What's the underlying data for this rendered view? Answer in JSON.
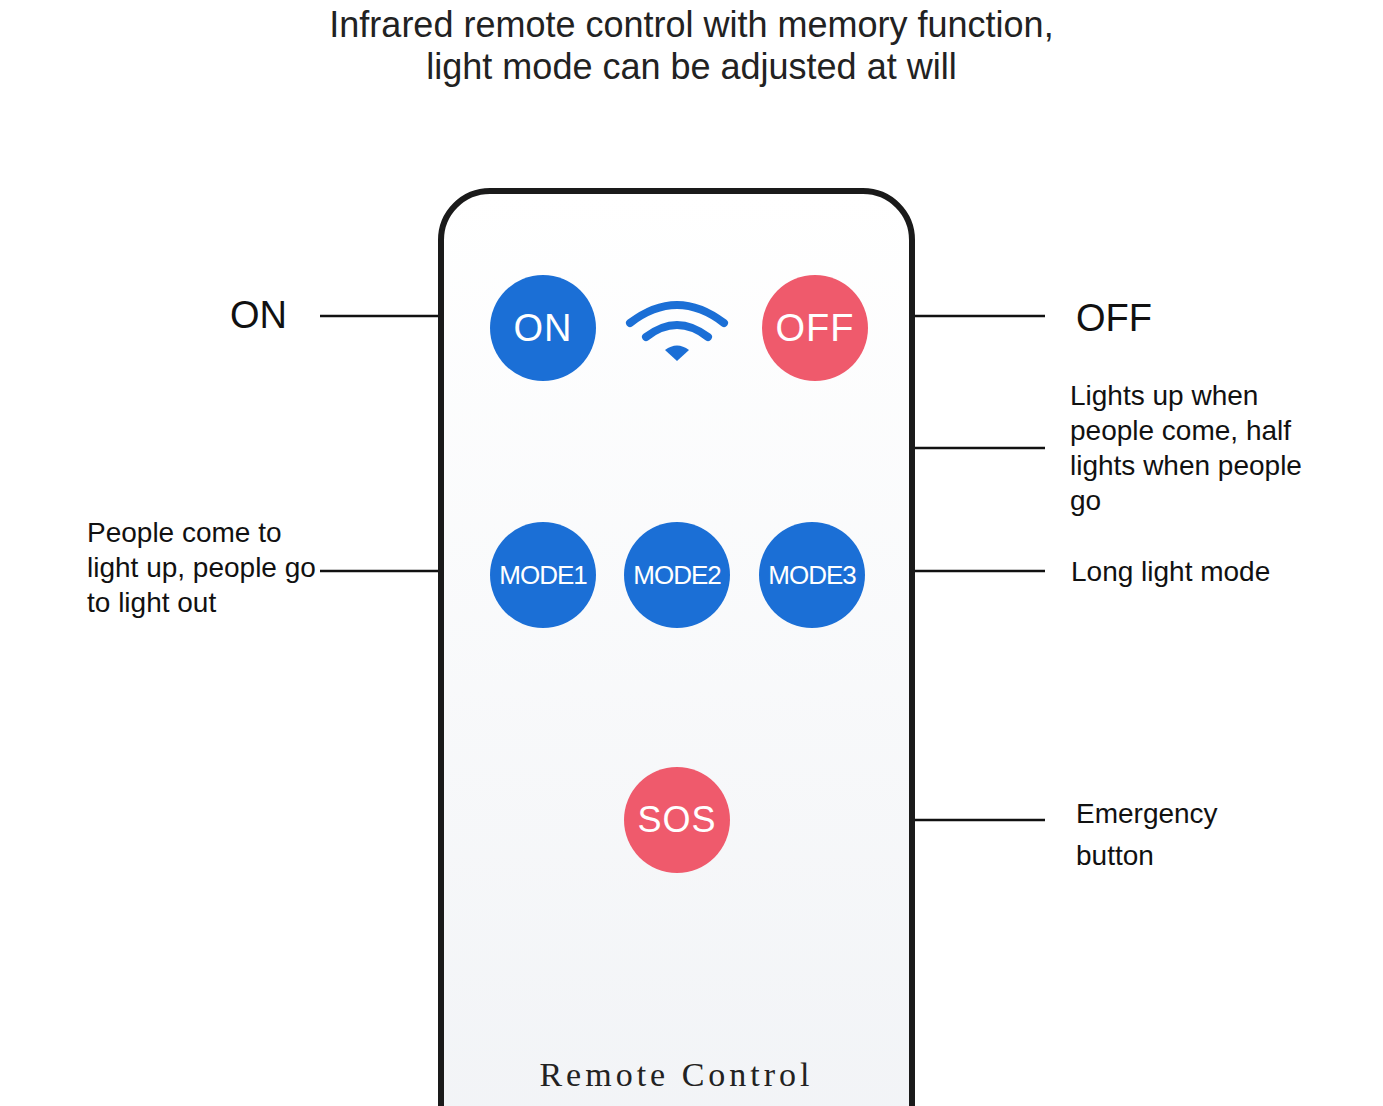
{
  "diagram": {
    "title": "Infrared remote control with memory function, light mode can be adjusted at will",
    "nodes": [
      {
        "text": [
          "Remote Control"
        ]
      },
      {
        "text": [
          "ON"
        ],
        "in": 0
      },
      {
        "text": [
          "OFF"
        ],
        "in": 0
      },
      {
        "text": [
          "MODE1"
        ],
        "in": 0
      },
      {
        "text": [
          "MODE2"
        ],
        "in": 0
      },
      {
        "text": [
          "MODE3"
        ],
        "in": 0
      },
      {
        "text": [
          "SOS"
        ],
        "in": 0
      }
    ],
    "labels": [
      "ON",
      "OFF",
      "Lights up when people come, half lights when people go",
      "People come to light up, people go to light out",
      "Long light mode",
      "Emergency button"
    ]
  }
}
